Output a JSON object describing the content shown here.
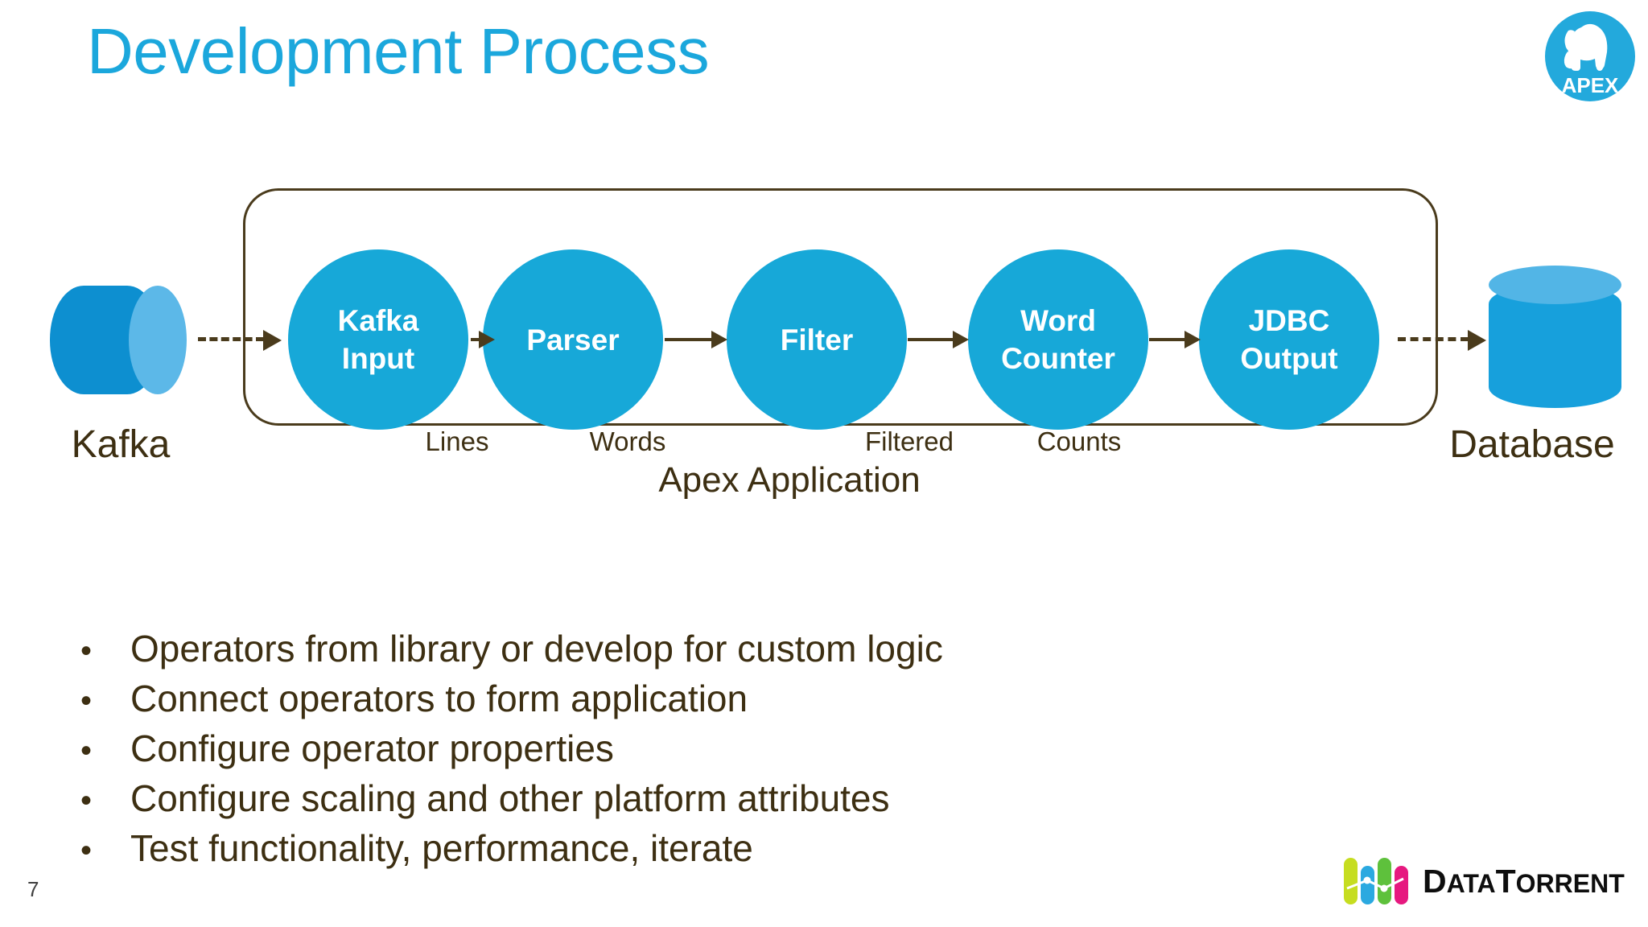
{
  "slide": {
    "title": "Development Process",
    "page_number": "7",
    "title_color": "#1BA7DC",
    "text_color": "#3D2F12",
    "node_color": "#17A8D8"
  },
  "logos": {
    "apex": {
      "name": "apex-logo",
      "wordmark": "APEX",
      "circle_color": "#23A9DC"
    },
    "datatorrent": {
      "name": "datatorrent-logo",
      "word_part1": "D",
      "word_part2": "ATA",
      "word_part3": "T",
      "word_part4": "ORRENT",
      "bar_colors": [
        "#C6DD20",
        "#2BA9E0",
        "#5EC13C",
        "#E6197F"
      ]
    }
  },
  "diagram": {
    "container_label": "Apex Application",
    "source": {
      "label": "Kafka",
      "shape": "horizontal-cylinder"
    },
    "sink": {
      "label": "Database",
      "shape": "vertical-cylinder"
    },
    "operators": [
      {
        "id": "kafka-input",
        "label": "Kafka\nInput"
      },
      {
        "id": "parser",
        "label": "Parser"
      },
      {
        "id": "filter",
        "label": "Filter"
      },
      {
        "id": "word-counter",
        "label": "Word\nCounter"
      },
      {
        "id": "jdbc-output",
        "label": "JDBC\nOutput"
      }
    ],
    "streams": [
      {
        "id": "lines",
        "label": "Lines"
      },
      {
        "id": "words",
        "label": "Words"
      },
      {
        "id": "filtered",
        "label": "Filtered"
      },
      {
        "id": "counts",
        "label": "Counts"
      }
    ]
  },
  "bullets": {
    "marker": "•",
    "items": [
      "Operators from library or develop for custom logic",
      "Connect operators to form application",
      "Configure operator properties",
      "Configure scaling and other platform attributes",
      "Test functionality, performance, iterate"
    ]
  }
}
